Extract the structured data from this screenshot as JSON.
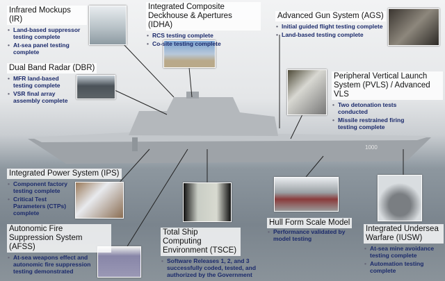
{
  "ship": {
    "hull_number": "1000"
  },
  "sections": {
    "ir": {
      "title": "Infrared Mockups (IR)",
      "bullets": [
        "Land-based suppressor testing complete",
        "At-sea panel testing complete"
      ]
    },
    "idha": {
      "title": "Integrated Composite Deckhouse & Apertures (IDHA)",
      "bullets": [
        "RCS testing complete",
        "Co-site testing complete"
      ]
    },
    "ags": {
      "title": "Advanced Gun System (AGS)",
      "bullets": [
        "Initial guided flight testing complete",
        "Land-based testing complete"
      ]
    },
    "dbr": {
      "title": "Dual Band Radar (DBR)",
      "bullets": [
        "MFR land-based testing complete",
        "VSR final array assembly complete"
      ]
    },
    "pvls": {
      "title": "Peripheral Vertical Launch System (PVLS) / Advanced VLS",
      "bullets": [
        "Two detonation tests conducted",
        "Missile restrained firing testing complete"
      ]
    },
    "ips": {
      "title": "Integrated Power System (IPS)",
      "bullets": [
        "Component factory testing complete",
        "Critical Test Parameters (CTPs) complete"
      ]
    },
    "afss": {
      "title": "Autonomic Fire Suppression System (AFSS)",
      "bullets": [
        "At-sea weapons effect and autonomic fire suppression testing demonstrated"
      ]
    },
    "tsce": {
      "title": "Total Ship Computing Environment (TSCE)",
      "bullets": [
        "Software Releases 1, 2, and 3 successfully coded, tested, and authorized by the Government"
      ]
    },
    "hull": {
      "title": "Hull Form Scale Model",
      "bullets": [
        "Performance validated by model testing"
      ]
    },
    "iusw": {
      "title": "Integrated Undersea Warfare (IUSW)",
      "bullets": [
        "At-sea mine avoidance testing complete",
        "Automation testing complete"
      ]
    }
  },
  "colors": {
    "bullet_text": "#1b2a6b",
    "ship": "#a9adb1"
  }
}
